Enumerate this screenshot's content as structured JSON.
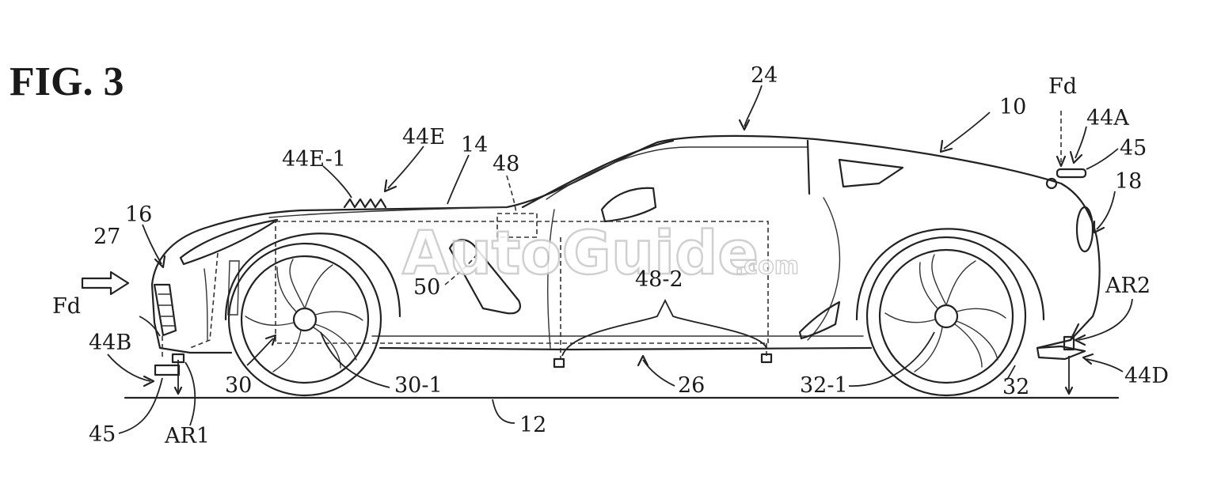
{
  "figure": {
    "title": "FIG. 3",
    "watermark": "AutoGuide",
    "watermark_suffix": ".com"
  },
  "labels": {
    "l24": "24",
    "l10": "10",
    "fd_rear": "Fd",
    "l44A": "44A",
    "l45_rear": "45",
    "l18": "18",
    "l44E1": "44E-1",
    "l44E": "44E",
    "l14": "14",
    "l48": "48",
    "l16": "16",
    "l27": "27",
    "l50": "50",
    "l48_2": "48-2",
    "fd_front": "Fd",
    "l44B": "44B",
    "l30": "30",
    "l30_1": "30-1",
    "l26": "26",
    "l32_1": "32-1",
    "l32": "32",
    "lAR2": "AR2",
    "l44D": "44D",
    "l45_front": "45",
    "lAR1": "AR1",
    "l12": "12"
  }
}
